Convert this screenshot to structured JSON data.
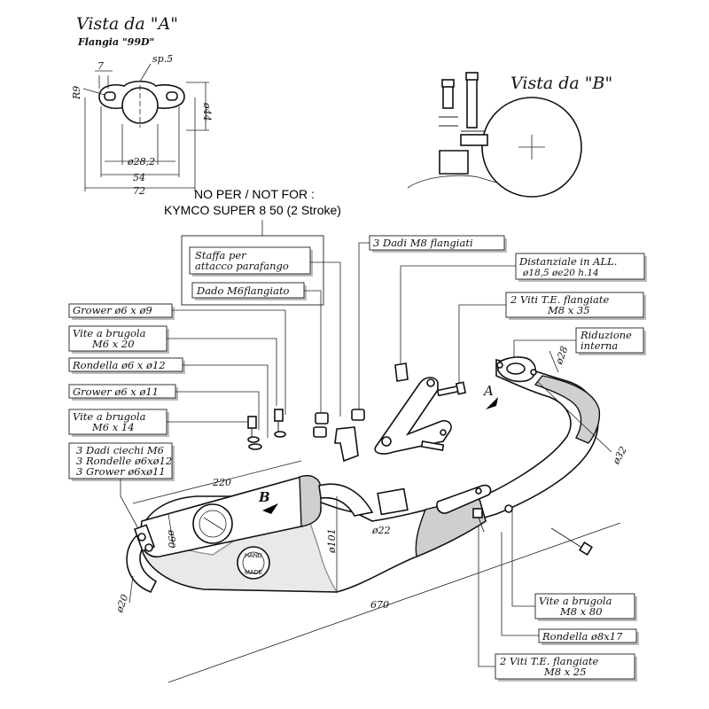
{
  "view_a": {
    "title": "Vista da \"A\"",
    "subtitle": "Flangia \"99D\""
  },
  "view_b": {
    "title": "Vista da \"B\""
  },
  "flange_dims": {
    "sp": "sp.5",
    "seven": "7",
    "r9": "R9",
    "d44": "ø44",
    "d28": "ø28,2",
    "w54": "54",
    "w72": "72"
  },
  "warning": {
    "line1": "NO PER  /  NOT FOR :",
    "line2": "KYMCO SUPER 8 50 (2 Stroke)"
  },
  "labels": {
    "staffa_1": "Staffa per",
    "staffa_2": "attacco parafango",
    "dado_m6": "Dado M6flangiato",
    "dadi_m8": "3 Dadi M8 flangiati",
    "distanziale_1": "Distanziale in ALL.",
    "distanziale_2": "ø18,5  øe20  h.14",
    "viti_te_top_1": "2 Viti T.E. flangiate",
    "viti_te_top_2": "M8 x 35",
    "riduzione_1": "Riduzione",
    "riduzione_2": "interna",
    "grower_9": "Grower ø6 x ø9",
    "vite_m6_20_1": "Vite a brugola",
    "vite_m6_20_2": "M6 x 20",
    "rondella_12": "Rondella ø6 x ø12",
    "grower_11": "Grower ø6 x ø11",
    "vite_m6_14_1": "Vite a brugola",
    "vite_m6_14_2": "M6 x 14",
    "dadi_ciechi_1": "3 Dadi ciechi M6",
    "dadi_ciechi_2": "3 Rondelle ø6xø12",
    "dadi_ciechi_3": "3 Grower ø6xø11",
    "vite_m8_80_1": "Vite a brugola",
    "vite_m8_80_2": "M8 x 80",
    "rondella_8": "Rondella ø8x17",
    "viti_te_bot_1": "2 Viti T.E. flangiate",
    "viti_te_bot_2": "M8 x 25"
  },
  "exhaust_dims": {
    "d28": "ø28",
    "d32": "ø32",
    "d22": "ø22",
    "l220": "220",
    "d90": "ø90",
    "d101": "ø101",
    "d20": "ø20",
    "l670": "670"
  },
  "markers": {
    "a": "A",
    "b": "B"
  },
  "badges": {
    "hand": "HAND",
    "made": "MADE"
  }
}
